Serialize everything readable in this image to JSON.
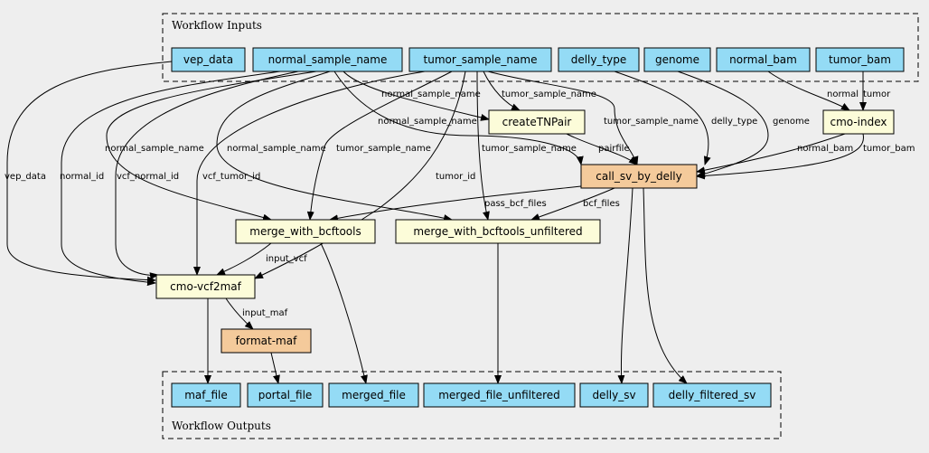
{
  "colors": {
    "input_fill": "#94dbf5",
    "step_fill": "#fcfcd9",
    "workflow_step_fill": "#f4ca9b",
    "background": "#eeeeee"
  },
  "clusters": {
    "inputs_title": "Workflow Inputs",
    "outputs_title": "Workflow Outputs"
  },
  "nodes": {
    "vep_data": {
      "label": "vep_data",
      "kind": "input"
    },
    "normal_sample_name": {
      "label": "normal_sample_name",
      "kind": "input"
    },
    "tumor_sample_name": {
      "label": "tumor_sample_name",
      "kind": "input"
    },
    "delly_type": {
      "label": "delly_type",
      "kind": "input"
    },
    "genome": {
      "label": "genome",
      "kind": "input"
    },
    "normal_bam": {
      "label": "normal_bam",
      "kind": "input"
    },
    "tumor_bam": {
      "label": "tumor_bam",
      "kind": "input"
    },
    "createTNPair": {
      "label": "createTNPair",
      "kind": "step"
    },
    "cmo_index": {
      "label": "cmo-index",
      "kind": "step"
    },
    "call_sv_by_delly": {
      "label": "call_sv_by_delly",
      "kind": "workflow_step"
    },
    "merge_with_bcftools": {
      "label": "merge_with_bcftools",
      "kind": "step"
    },
    "merge_with_bcftools_unfiltered": {
      "label": "merge_with_bcftools_unfiltered",
      "kind": "step"
    },
    "cmo_vcf2maf": {
      "label": "cmo-vcf2maf",
      "kind": "step"
    },
    "format_maf": {
      "label": "format-maf",
      "kind": "workflow_step"
    },
    "maf_file": {
      "label": "maf_file",
      "kind": "output"
    },
    "portal_file": {
      "label": "portal_file",
      "kind": "output"
    },
    "merged_file": {
      "label": "merged_file",
      "kind": "output"
    },
    "merged_file_unfiltered": {
      "label": "merged_file_unfiltered",
      "kind": "output"
    },
    "delly_sv": {
      "label": "delly_sv",
      "kind": "output"
    },
    "delly_filtered_sv": {
      "label": "delly_filtered_sv",
      "kind": "output"
    }
  },
  "edges": [
    {
      "from": "vep_data",
      "to": "cmo_vcf2maf",
      "label": "vep_data"
    },
    {
      "from": "normal_sample_name",
      "to": "cmo_vcf2maf",
      "label": "normal_id"
    },
    {
      "from": "normal_sample_name",
      "to": "cmo_vcf2maf",
      "label": "vcf_normal_id"
    },
    {
      "from": "normal_sample_name",
      "to": "merge_with_bcftools",
      "label": "normal_sample_name"
    },
    {
      "from": "normal_sample_name",
      "to": "merge_with_bcftools_unfiltered",
      "label": "normal_sample_name"
    },
    {
      "from": "normal_sample_name",
      "to": "createTNPair",
      "label": "normal_sample_name"
    },
    {
      "from": "normal_sample_name",
      "to": "call_sv_by_delly",
      "label": "normal_sample_name"
    },
    {
      "from": "tumor_sample_name",
      "to": "cmo_vcf2maf",
      "label": "vcf_tumor_id"
    },
    {
      "from": "tumor_sample_name",
      "to": "merge_with_bcftools",
      "label": "tumor_sample_name"
    },
    {
      "from": "tumor_sample_name",
      "to": "cmo_vcf2maf",
      "label": "tumor_id"
    },
    {
      "from": "tumor_sample_name",
      "to": "merge_with_bcftools_unfiltered",
      "label": "tumor_sample_name"
    },
    {
      "from": "tumor_sample_name",
      "to": "createTNPair",
      "label": "tumor_sample_name"
    },
    {
      "from": "tumor_sample_name",
      "to": "call_sv_by_delly",
      "label": "tumor_sample_name"
    },
    {
      "from": "delly_type",
      "to": "call_sv_by_delly",
      "label": "delly_type"
    },
    {
      "from": "genome",
      "to": "call_sv_by_delly",
      "label": "genome"
    },
    {
      "from": "normal_bam",
      "to": "cmo_index",
      "label": "normal"
    },
    {
      "from": "tumor_bam",
      "to": "cmo_index",
      "label": "tumor"
    },
    {
      "from": "createTNPair",
      "to": "call_sv_by_delly",
      "label": "pairfile"
    },
    {
      "from": "cmo_index",
      "to": "call_sv_by_delly",
      "label": "normal_bam"
    },
    {
      "from": "cmo_index",
      "to": "call_sv_by_delly",
      "label": "tumor_bam"
    },
    {
      "from": "call_sv_by_delly",
      "to": "merge_with_bcftools",
      "label": "pass_bcf_files"
    },
    {
      "from": "call_sv_by_delly",
      "to": "merge_with_bcftools_unfiltered",
      "label": "bcf_files"
    },
    {
      "from": "call_sv_by_delly",
      "to": "delly_sv",
      "label": ""
    },
    {
      "from": "call_sv_by_delly",
      "to": "delly_filtered_sv",
      "label": ""
    },
    {
      "from": "merge_with_bcftools",
      "to": "cmo_vcf2maf",
      "label": "input_vcf"
    },
    {
      "from": "merge_with_bcftools",
      "to": "merged_file",
      "label": ""
    },
    {
      "from": "merge_with_bcftools_unfiltered",
      "to": "merged_file_unfiltered",
      "label": ""
    },
    {
      "from": "cmo_vcf2maf",
      "to": "format_maf",
      "label": "input_maf"
    },
    {
      "from": "cmo_vcf2maf",
      "to": "maf_file",
      "label": ""
    },
    {
      "from": "format_maf",
      "to": "portal_file",
      "label": ""
    }
  ]
}
